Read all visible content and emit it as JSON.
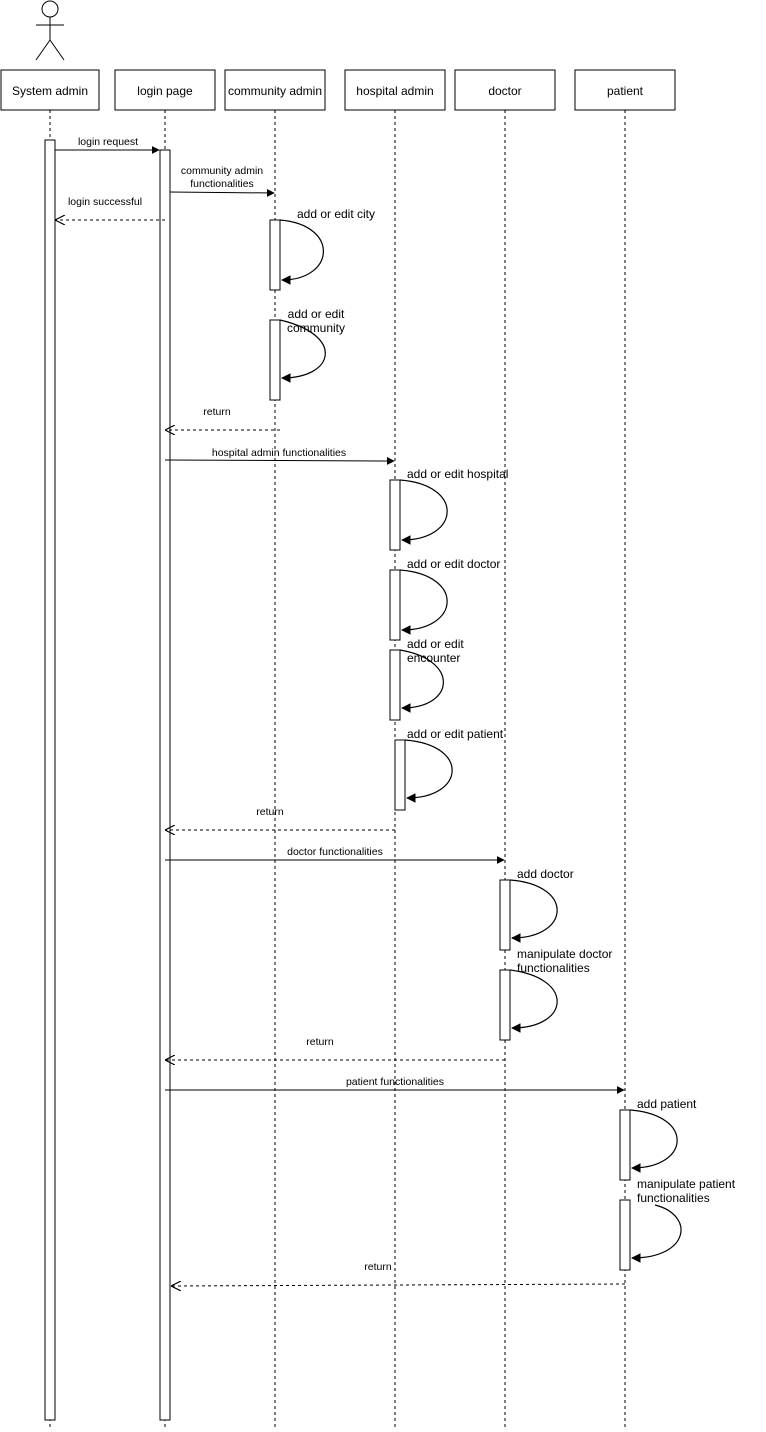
{
  "participants": [
    {
      "id": "system_admin",
      "label": "System admin",
      "actor": true
    },
    {
      "id": "login_page",
      "label": "login page"
    },
    {
      "id": "community_admin",
      "label": "community admin"
    },
    {
      "id": "hospital_admin",
      "label": "hospital admin"
    },
    {
      "id": "doctor",
      "label": "doctor"
    },
    {
      "id": "patient",
      "label": "patient"
    }
  ],
  "messages": [
    {
      "id": "m1",
      "from": "system_admin",
      "to": "login_page",
      "kind": "sync",
      "lines": [
        "login request"
      ]
    },
    {
      "id": "m2",
      "from": "login_page",
      "to": "community_admin",
      "kind": "sync",
      "lines": [
        "community admin",
        "functionalities"
      ]
    },
    {
      "id": "m3",
      "from": "login_page",
      "to": "system_admin",
      "kind": "return",
      "lines": [
        "login successful"
      ]
    },
    {
      "id": "m4",
      "from": "community_admin",
      "to": "login_page",
      "kind": "return",
      "lines": [
        "return"
      ]
    },
    {
      "id": "m5",
      "from": "login_page",
      "to": "hospital_admin",
      "kind": "sync",
      "lines": [
        "hospital admin functionalities"
      ]
    },
    {
      "id": "m6",
      "from": "hospital_admin",
      "to": "login_page",
      "kind": "return",
      "lines": [
        "return"
      ]
    },
    {
      "id": "m7",
      "from": "login_page",
      "to": "doctor",
      "kind": "sync",
      "lines": [
        "doctor functionalities"
      ]
    },
    {
      "id": "m8",
      "from": "doctor",
      "to": "login_page",
      "kind": "return",
      "lines": [
        "return"
      ]
    },
    {
      "id": "m9",
      "from": "login_page",
      "to": "patient",
      "kind": "sync",
      "lines": [
        "patient functionalities"
      ]
    },
    {
      "id": "m10",
      "from": "patient",
      "to": "login_page",
      "kind": "return",
      "lines": [
        "return"
      ]
    }
  ],
  "self_calls": [
    {
      "id": "s1",
      "on": "community_admin",
      "lines": [
        "add or edit city"
      ]
    },
    {
      "id": "s2",
      "on": "community_admin",
      "lines": [
        "add or edit",
        "community"
      ]
    },
    {
      "id": "s3",
      "on": "hospital_admin",
      "lines": [
        "add or edit hospital"
      ]
    },
    {
      "id": "s4",
      "on": "hospital_admin",
      "lines": [
        "add or edit doctor"
      ]
    },
    {
      "id": "s5",
      "on": "hospital_admin",
      "lines": [
        "add or edit",
        "encounter"
      ]
    },
    {
      "id": "s6",
      "on": "hospital_admin",
      "lines": [
        "add or edit patient"
      ]
    },
    {
      "id": "s7",
      "on": "doctor",
      "lines": [
        "add doctor"
      ]
    },
    {
      "id": "s8",
      "on": "doctor",
      "lines": [
        "manipulate doctor",
        "functionalities"
      ]
    },
    {
      "id": "s9",
      "on": "patient",
      "lines": [
        "add patient"
      ]
    },
    {
      "id": "s10",
      "on": "patient",
      "lines": [
        "manipulate patient",
        "functionalities"
      ]
    }
  ]
}
